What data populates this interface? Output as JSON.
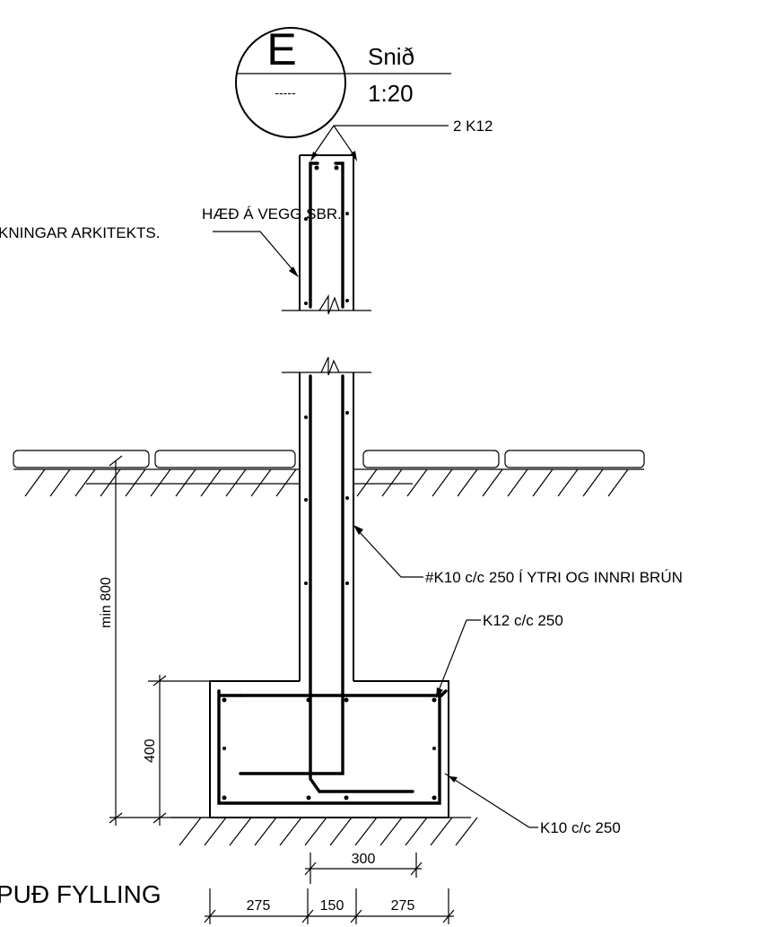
{
  "section_marker": {
    "letter": "E",
    "sheet_ref": "-----",
    "title": "Snið",
    "scale": "1:20"
  },
  "callouts": {
    "top_bars": "2 K12",
    "wall_height_line1": "HÆÐ Á VEGG SBR.",
    "wall_height_line2": "KNINGAR ARKITEKTS.",
    "wall_mesh": "#K10 c/c 250 Í YTRI OG INNRI BRÚN",
    "footing_top": "K12 c/c 250",
    "footing_bottom": "K10 c/c 250"
  },
  "dimensions": {
    "depth": "min 800",
    "footing_height": "400",
    "wall_width": "300",
    "seg_left": "275",
    "seg_mid": "150",
    "seg_right": "275"
  },
  "note": "PUÐ FYLLING"
}
